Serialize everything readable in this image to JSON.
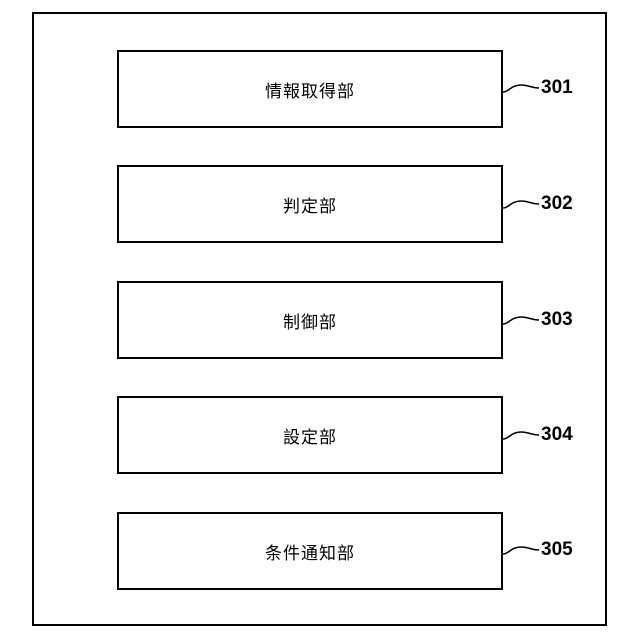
{
  "diagram": {
    "blocks": [
      {
        "label": "情報取得部",
        "ref": "301"
      },
      {
        "label": "判定部",
        "ref": "302"
      },
      {
        "label": "制御部",
        "ref": "303"
      },
      {
        "label": "設定部",
        "ref": "304"
      },
      {
        "label": "条件通知部",
        "ref": "305"
      }
    ]
  }
}
